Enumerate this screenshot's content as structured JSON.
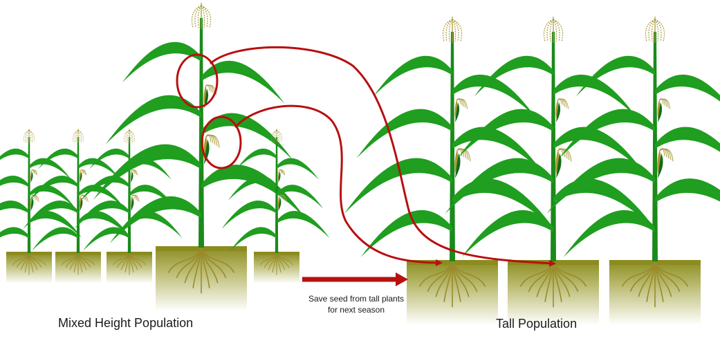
{
  "diagram": {
    "arrow_label": {
      "line1": "Save seed from tall plants",
      "line2": "for next season"
    },
    "group_labels": {
      "mixed": "Mixed Height Population",
      "tall": "Tall Population"
    },
    "icons": [
      "corn-plant-icon",
      "soil-block-icon",
      "roots-icon",
      "tassel-icon",
      "ear-icon",
      "selection-circle-icon",
      "curved-arrow-icon",
      "straight-arrow-icon"
    ],
    "colors": {
      "leaf": "#1f9e1f",
      "stalk": "#1a8a1a",
      "soil_top": "#8b8b1f",
      "roots": "#9a8a2a",
      "tassel": "#a89a3a",
      "ear": "#b0962a",
      "arrow": "#b80f0f"
    }
  }
}
